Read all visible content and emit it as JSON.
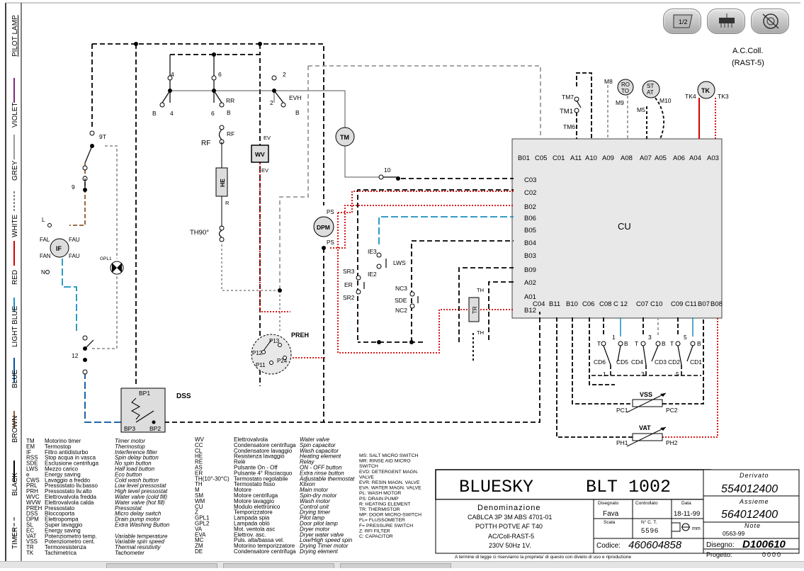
{
  "wire_colors": [
    "PILOT LAMP",
    "VIOLET",
    "GREY",
    "WHITE",
    "RED",
    "LIGHT BLUE",
    "BLUE",
    "BROWN",
    "BLACK",
    "TIMER"
  ],
  "colors": {
    "violet": "#7a2a7a",
    "red": "#d40000",
    "lightblue": "#1a8fc0",
    "blue": "#0050a0",
    "brown": "#8a5a30",
    "grey": "#9a9a9a"
  },
  "toolbar": {
    "half_label": "1/2",
    "icons": [
      "half-page-icon",
      "heater-icon",
      "no-dryer-icon"
    ]
  },
  "collector": {
    "line1": "A.C.Coll.",
    "line2": "(RAST-5)"
  },
  "cu": {
    "label": "CU",
    "top_pins": [
      "B01",
      "C05",
      "C01",
      "A11",
      "A10",
      "A09",
      "A08",
      "A07",
      "A05",
      "A06",
      "A04",
      "A03"
    ],
    "left_pins": [
      "C03",
      "C02",
      "B02",
      "B06",
      "B05",
      "B04",
      "B03",
      "B09",
      "A02",
      "A01",
      "B12"
    ],
    "bottom_pins": [
      "C04",
      "B11",
      "B10",
      "C06",
      "C08",
      "C 12",
      "C07",
      "C10",
      "C09",
      "C11",
      "B07",
      "B08"
    ]
  },
  "components": {
    "tm": "TM",
    "dpm": "DPM",
    "wv": "WV",
    "he": "HE",
    "if": "IF",
    "tr": "TR",
    "roto_a": "RO",
    "roto_b": "TO",
    "stat_a": "ST",
    "stat_b": "AT",
    "tk": "TK",
    "dss": "DSS",
    "preh": "PREH",
    "vss": "VSS",
    "vat": "VAT",
    "pc1": "PC1",
    "pc2": "PC2",
    "ph1": "PH1",
    "ph2": "PH2",
    "rr": "RR",
    "evh": "EVH",
    "rf": "RF",
    "th90": "TH90°",
    "lws": "LWS",
    "sde": "SDE",
    "gpl1": "GPL1",
    "bp1": "BP1",
    "bp2": "BP2",
    "bp3": "BP3",
    "p11": "P11",
    "p12": "P12",
    "p13": "P13",
    "p24": "P24",
    "ie3": "IE3",
    "ie2": "IE2",
    "sr3": "SR3",
    "er": "ER",
    "sr2": "SR2",
    "nc3": "NC3",
    "nc2": "NC2",
    "tm7": "TM7",
    "tm1": "TM1",
    "tm6": "TM6",
    "m8": "M8",
    "m9": "M9",
    "m5": "M5",
    "m10": "M10",
    "tk4": "TK4",
    "tk3": "TK3",
    "ev": "EV",
    "r": "R",
    "ps": "PS",
    "th": "TH",
    "fal": "FAL",
    "fau": "FAU",
    "fan": "FAN",
    "l": "L",
    "n": "N",
    "cd6": "CD6",
    "cd5": "CD5",
    "cd4": "CD4",
    "cd3": "CD3",
    "cd2": "CD2",
    "cd1": "CD1",
    "n1": "1",
    "n3": "3",
    "n5": "5",
    "nT": "T",
    "nB": "B",
    "n4": "4",
    "n6": "6",
    "n2": "2",
    "n10": "10",
    "n9": "9",
    "n12": "12",
    "n9T": "9T"
  },
  "legend_codes": [
    [
      "TM",
      "Motorino timer",
      "Timer motor"
    ],
    [
      "EM",
      "Termostop",
      "Thermostop"
    ],
    [
      "IF",
      "Filtro antidisturbo",
      "Interference filter"
    ],
    [
      "RSS",
      "Stop acqua in vasca",
      "Spin delay button"
    ],
    [
      "SDE",
      "Esclusione centrifuga",
      "No spin button"
    ],
    [
      "LWS",
      "Mezzo carico",
      "Half load button"
    ],
    [
      "e",
      "Energy saving",
      "Eco button"
    ],
    [
      "CWS",
      "Lavaggio a freddo",
      "Cold wash button"
    ],
    [
      "PRL",
      "Pressostato liv.basso",
      "Low level pressostat"
    ],
    [
      "PRH",
      "Pressostato liv.alto",
      "High level pressostat"
    ],
    [
      "WVC",
      "Elettrovalvola fredda",
      "Water valve (cold fill)"
    ],
    [
      "WVW",
      "Elettrovalvola calda",
      "Water valve (hot fill)"
    ],
    [
      "PREH",
      "Pressostato",
      "Pressostat"
    ],
    [
      "DSS",
      "Bloccoporta",
      "Micro delay switch"
    ],
    [
      "DPM",
      "Elettropompa",
      "Drain pump motor"
    ],
    [
      "SL",
      "Super lavaggio",
      "Extra Washing Button"
    ],
    [
      "EC",
      "Energy saving",
      ""
    ],
    [
      "VAT",
      "Potenziometro temp.",
      "Variable temperature"
    ],
    [
      "VSS",
      "Potenziometro cent.",
      "Variable spin speed"
    ],
    [
      "TR",
      "Termoresistenza",
      "Thermal resistivity"
    ],
    [
      "TK",
      "Tachimetrica",
      "Tachometer"
    ]
  ],
  "legend_codes2": [
    [
      "WV",
      "Elettrovalvola",
      "Water valve"
    ],
    [
      "CC",
      "Condensatore centrifuga",
      "Spin capacitor"
    ],
    [
      "CL",
      "Condensatore lavaggio",
      "Wash capacitor"
    ],
    [
      "HE",
      "Resistenza lavaggio",
      "Heating element"
    ],
    [
      "RE",
      "Relè",
      "Relay"
    ],
    [
      "AS",
      "Pulsante On - Off",
      "ON - OFF button"
    ],
    [
      "ER",
      "Pulsante 4° Risciacquo",
      "Extra rinse button"
    ],
    [
      "TH(10°-30°C)",
      "Termostato regolabile",
      "Adjustable thermostat"
    ],
    [
      "TH",
      "Termostato fisso",
      "Klixon"
    ],
    [
      "M",
      "Motore",
      "Main motor"
    ],
    [
      "SM",
      "Motore centrifuga",
      "Spin-dry motor"
    ],
    [
      "WM",
      "Motore lavaggio",
      "Wash motor"
    ],
    [
      "CU",
      "Modulo elettronico",
      "Control unit"
    ],
    [
      "Z",
      "Temporizzatore",
      "Drying timer"
    ],
    [
      "GPL1",
      "Lampada spia",
      "Pilot lamp"
    ],
    [
      "GPL2",
      "Lampada oblò",
      "Door pilot lamp"
    ],
    [
      "VA",
      "Mot. ventola asc",
      "Dryer motor"
    ],
    [
      "EVA",
      "Elettrov. asc.",
      "Dryer water valve"
    ],
    [
      "MC",
      "Puls. alta/bassa vel.",
      "Low/High speed spin"
    ],
    [
      "ZM",
      "Motorino temporizzatore",
      "Drying Timer motor"
    ],
    [
      "DE",
      "Condensatore centrifuga",
      "Drying element"
    ]
  ],
  "legend_codes3": [
    "MS: SALT MICRO SWITCH",
    "MR: RINSE AID MICRO",
    "SWITCH",
    "EVD: DETERGENT MAGN.",
    "VALVE",
    "EVR: RESIN MAGN. VALVE",
    "EVA: WATER MAGN. VALVE",
    "PL: WASH MOTOR",
    "PS: DRAIN PUMP",
    "R: HEATING ELEMENT",
    "TR: THERMISTOR",
    "MP: DOOR MICRO-SWITCH",
    "FL= FLUSSOMETER",
    "F= PRESSURE SWITCH",
    "Z: RFI FILTER",
    "C: CAPACITOR"
  ],
  "title_block": {
    "brand": "BLUESKY",
    "model": "BLT 1002",
    "denom_label": "Denominazione",
    "denom_lines": [
      "CABLCA 3P 3M ABS 4701-01",
      "POTTH POTVE AF T40",
      "AC/Coll-RAST-5",
      "230V 50Hz 1V."
    ],
    "disegnato_label": "Disegnato",
    "disegnato": "Fava",
    "controllato_label": "Controllato",
    "data_label": "Data",
    "data": "18-11-99",
    "scala_label": "Scala",
    "nct_label": "N° C. T.",
    "nct": "5596",
    "mm": "mm",
    "note_label": "Note",
    "note": "0563-99",
    "codice_label": "Codice:",
    "codice": "460604858",
    "derivato_label": "Derivato",
    "derivato": "554012400",
    "assieme_label": "Assieme",
    "assieme": "564012400",
    "disegno_label": "Disegno:",
    "disegno": "D100610",
    "progetto_label": "Progetto:",
    "progetto": "0000",
    "footer": "A termine di legge ci riserviamo la proprieta' di questo con divieto di uso e riproduzione"
  }
}
